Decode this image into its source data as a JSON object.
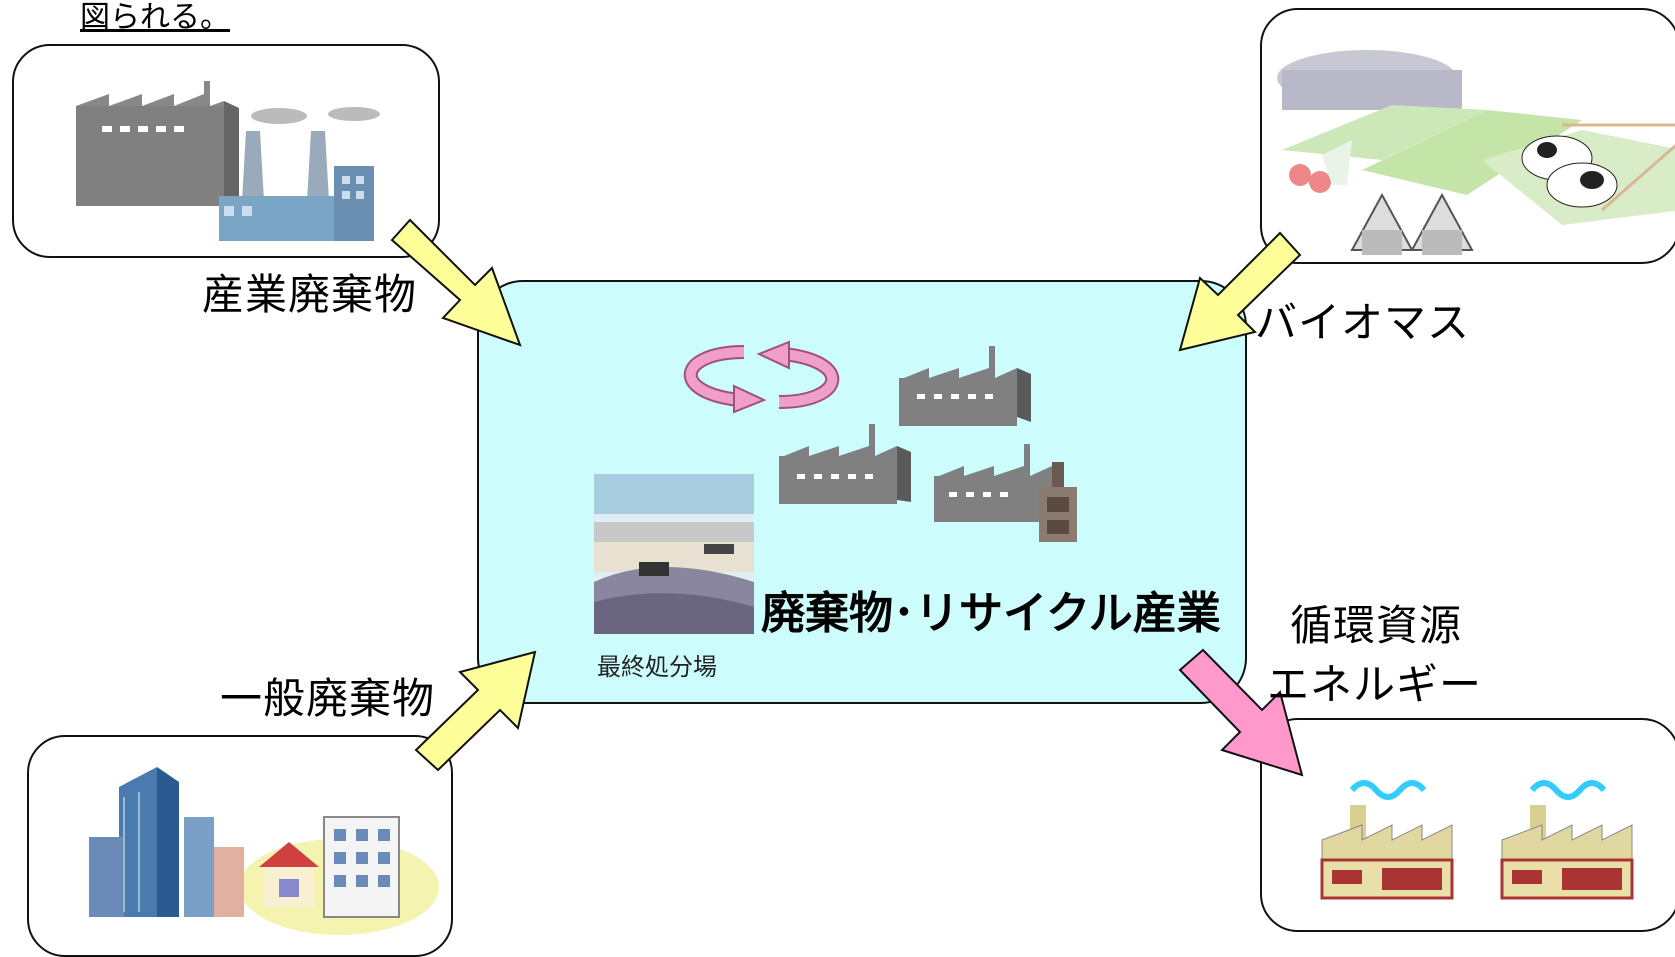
{
  "top_note": "図られる。",
  "center": {
    "title": "廃棄物･リサイクル産業",
    "landfill_caption": "最終処分場"
  },
  "inputs": {
    "industrial_waste": "産業廃棄物",
    "general_waste": "一般廃棄物",
    "biomass": "バイオマス"
  },
  "output": {
    "line1": "循環資源",
    "line2": "エネルギー"
  },
  "colors": {
    "center_fill": "#ccfcfc",
    "input_arrow": "#ffff99",
    "output_arrow": "#ff99cc",
    "factory_gray": "#808080"
  }
}
